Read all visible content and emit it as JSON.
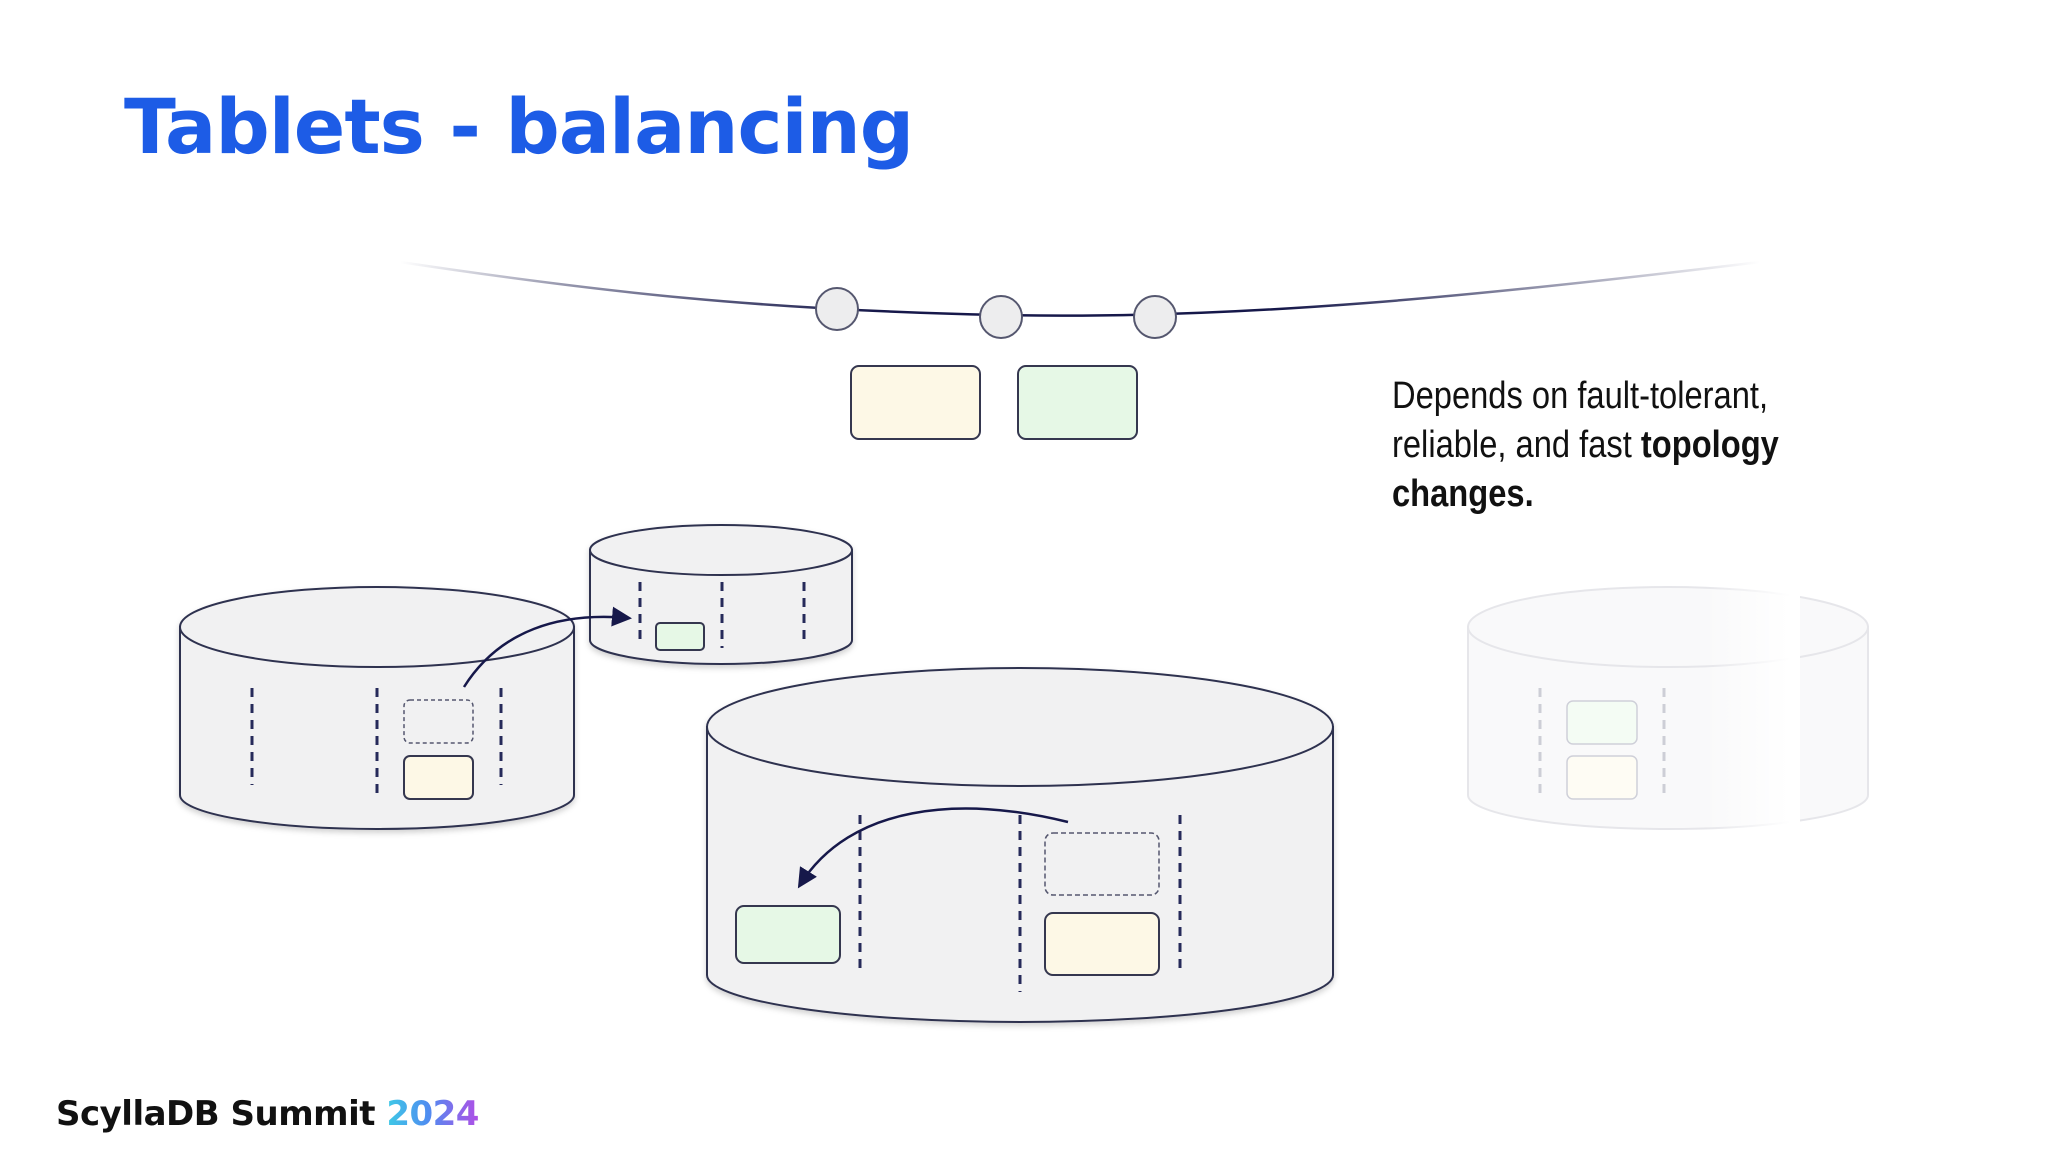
{
  "slide": {
    "title": "Tablets - balancing",
    "caption": {
      "line1": "Depends on fault-tolerant,",
      "line2_plain": "reliable, and fast ",
      "line2_bold": "topology",
      "line3_bold": "changes."
    },
    "footer": {
      "brand": "ScyllaDB Summit ",
      "year": "2024"
    }
  },
  "colors": {
    "title": "#1d5ce6",
    "cylinder_fill": "#f1f1f2",
    "cylinder_stroke": "#2f3150",
    "dash": "#262a5a",
    "tablet_yellow": "#fdf8e6",
    "tablet_green": "#e6f8e6",
    "ring_node": "#ededee"
  },
  "icons": {
    "ring": "token-ring",
    "node": "database-cylinder",
    "arrow": "migration-arrow"
  }
}
